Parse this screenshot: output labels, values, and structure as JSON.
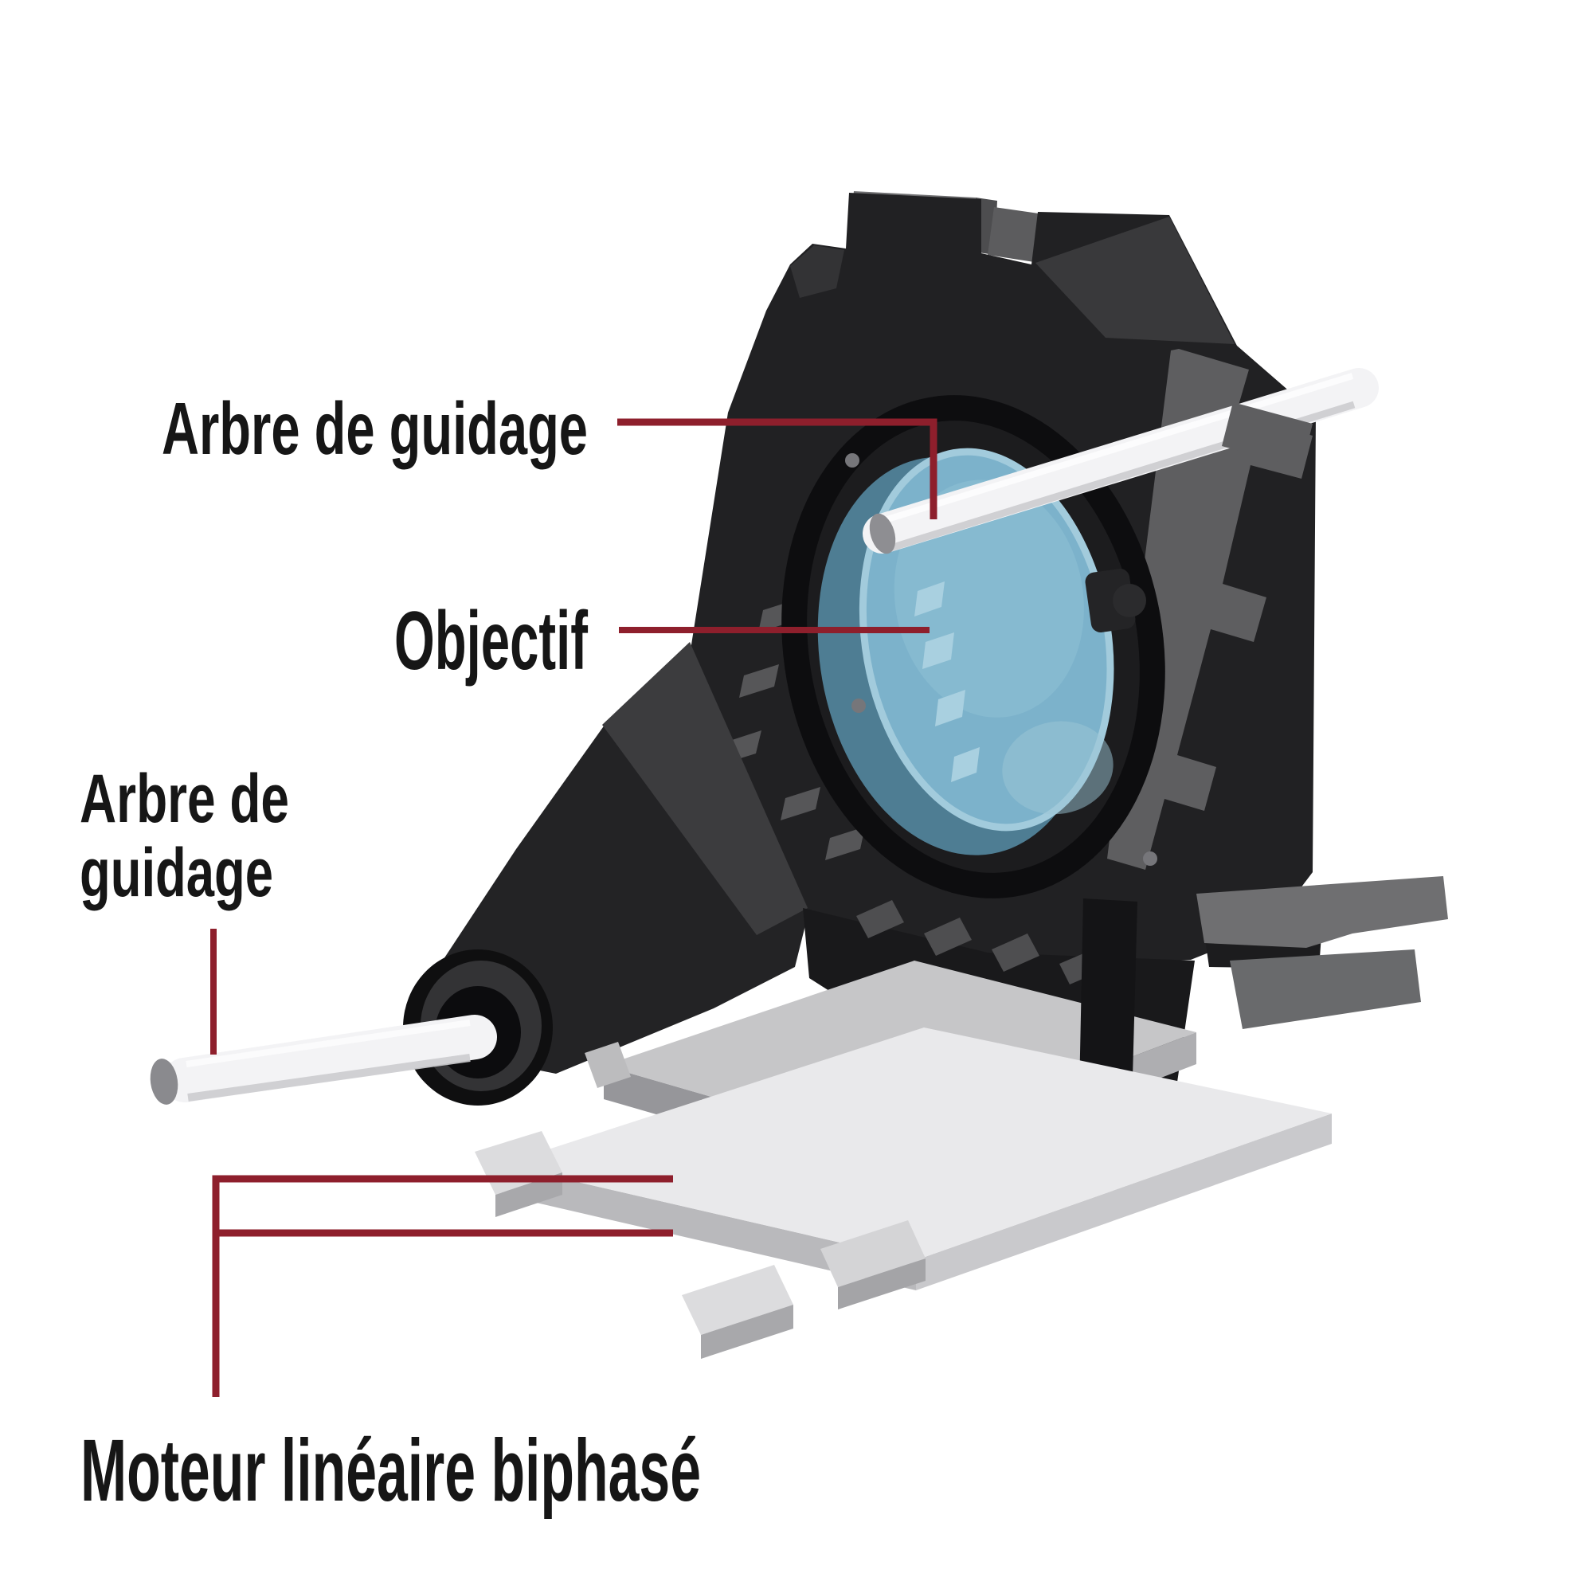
{
  "diagram": {
    "labels": {
      "guide_shaft_top": "Arbre de guidage",
      "lens": "Objectif",
      "guide_shaft_left": {
        "line1": "Arbre de",
        "line2": "guidage"
      },
      "motor": "Moteur linéaire biphasé"
    },
    "palette": {
      "background": "#ffffff",
      "leader_line": "#8e1f2c",
      "label_text": "#161616",
      "housing_black": "#212123",
      "housing_deep_black": "#19191b",
      "lens_blue": "#7cb2cb",
      "lens_blue_light": "#a9d0e0",
      "lens_teal_back": "#4e7d93",
      "shaft_white": "#f3f3f5",
      "shaft_tip_gray": "#8e8e92",
      "plate_gray": "#c6c6c8",
      "plate_light": "#e9e9eb",
      "hardware_gray": "#6f6f71"
    }
  }
}
